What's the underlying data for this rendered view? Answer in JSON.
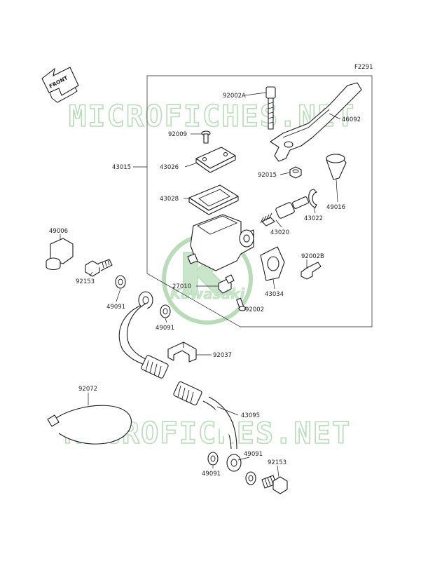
{
  "figure_code": "F2291",
  "front_arrow_label": "FRONT",
  "watermark_text": "MICROFICHES.NET",
  "logo_text": "Kawasaki",
  "colors": {
    "watermark": "#b8dcb8",
    "logo": "#7fbf7f",
    "line": "#1a1a1a"
  },
  "parts": {
    "p92002A": "92002A",
    "p46092": "46092",
    "p92009": "92009",
    "p43015": "43015",
    "p43026": "43026",
    "p92015": "92015",
    "p43028": "43028",
    "p49016": "49016",
    "p43022": "43022",
    "p49006": "49006",
    "p43020": "43020",
    "p92002B": "92002B",
    "p92153a": "92153",
    "p27010": "27010",
    "p43034": "43034",
    "p49091a": "49091",
    "p92002": "92002",
    "p49091b": "49091",
    "p92037": "92037",
    "p92072": "92072",
    "p43095": "43095",
    "p49091c": "49091",
    "p49091d": "49091",
    "p92153b": "92153"
  }
}
